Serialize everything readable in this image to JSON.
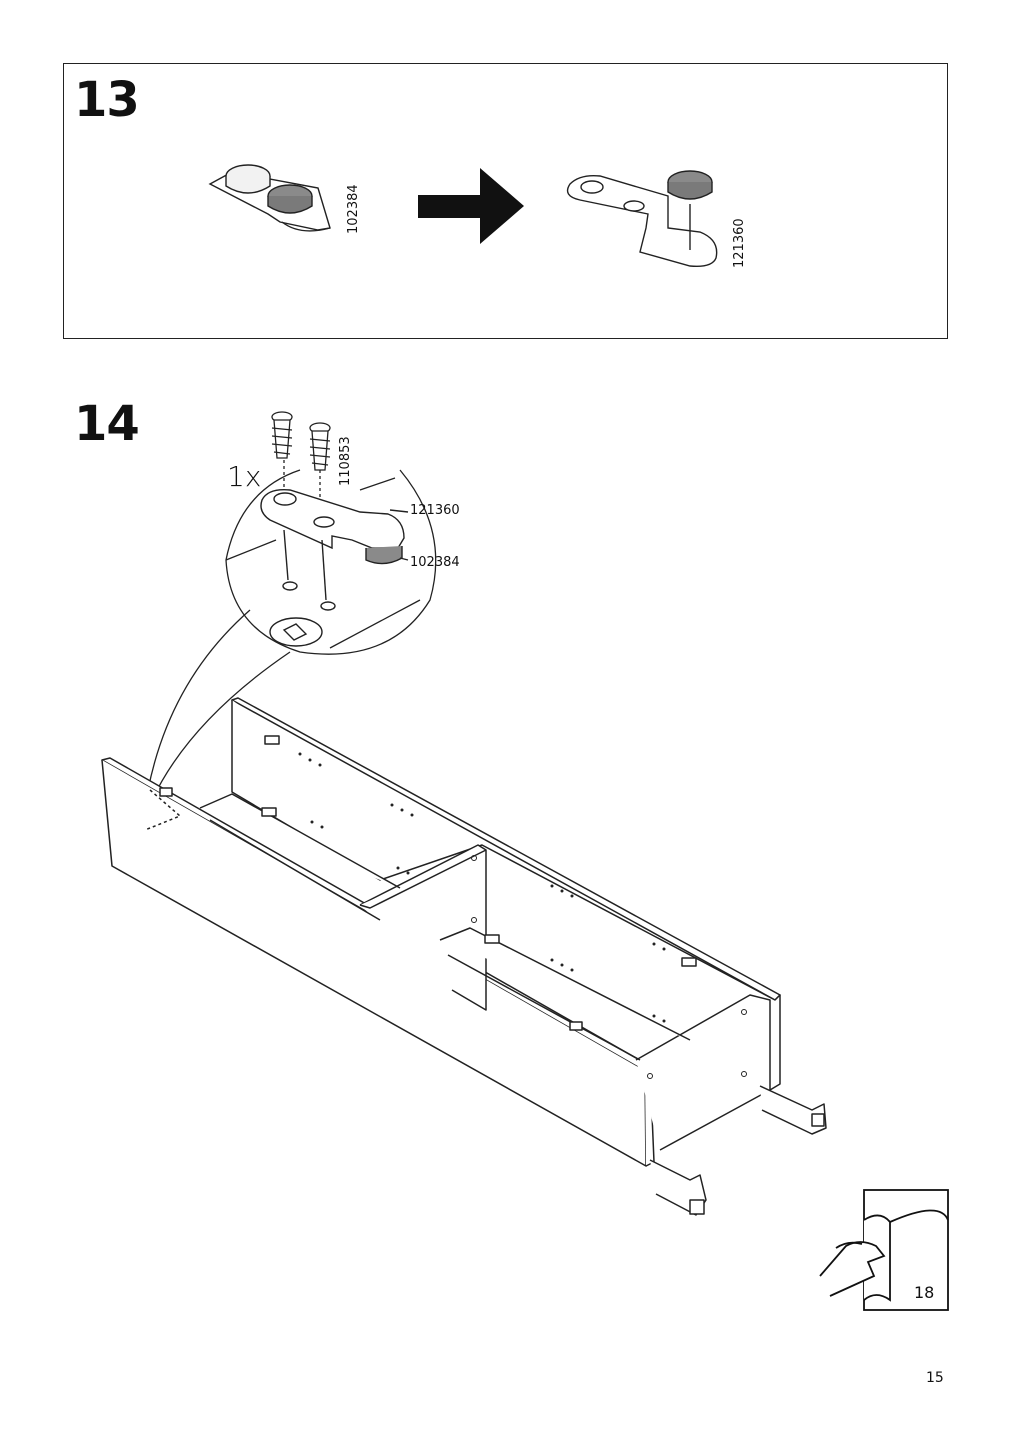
{
  "step13": {
    "number": "13",
    "part_code_a": "102384",
    "part_code_b": "121360"
  },
  "step14": {
    "number": "14",
    "quantity": "1x",
    "screw_code": "110853",
    "bracket_code": "121360",
    "glide_code": "102384"
  },
  "turn_page": {
    "target_page": "18"
  },
  "footer": {
    "page_number": "15"
  }
}
